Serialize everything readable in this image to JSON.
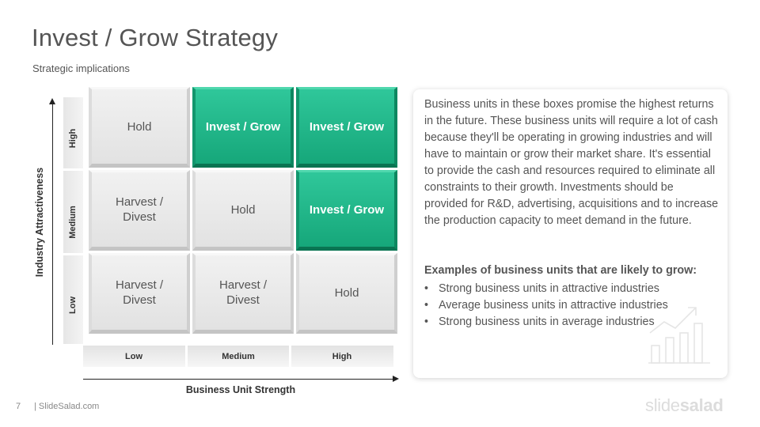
{
  "slide": {
    "title": "Invest / Grow Strategy",
    "subtitle": "Strategic implications",
    "page_number": "7",
    "footer": "| SlideSalad.com",
    "logo_light": "slide",
    "logo_bold": "salad"
  },
  "matrix": {
    "y_axis_title": "Industry Attractiveness",
    "x_axis_title": "Business Unit Strength",
    "rows": [
      "High",
      "Medium",
      "Low"
    ],
    "columns": [
      "Low",
      "Medium",
      "High"
    ],
    "cells": [
      [
        {
          "label": "Hold",
          "highlight": false
        },
        {
          "label": "Invest / Grow",
          "highlight": true
        },
        {
          "label": "Invest / Grow",
          "highlight": true
        }
      ],
      [
        {
          "label": "Harvest / Divest",
          "highlight": false
        },
        {
          "label": "Hold",
          "highlight": false
        },
        {
          "label": "Invest / Grow",
          "highlight": true
        }
      ],
      [
        {
          "label": "Harvest / Divest",
          "highlight": false
        },
        {
          "label": "Harvest / Divest",
          "highlight": false
        },
        {
          "label": "Hold",
          "highlight": false
        }
      ]
    ],
    "colors": {
      "highlight": "#1ab584",
      "neutral": "#e8e8e8"
    }
  },
  "panel": {
    "body": "Business units in these boxes promise the highest returns in the future. These business units will require a lot of cash because they'll be operating in growing industries and will have to maintain or grow their market share. It's essential to provide the cash and resources required to eliminate all constraints to their growth. Investments should be provided for R&D, advertising, acquisitions and to increase the production capacity to meet demand in the future.",
    "heading": "Examples of business units that are likely to grow:",
    "bullets": [
      "Strong business units in attractive industries",
      "Average business units in attractive industries",
      "Strong business units in average industries"
    ],
    "icon": "growth-chart-icon"
  }
}
